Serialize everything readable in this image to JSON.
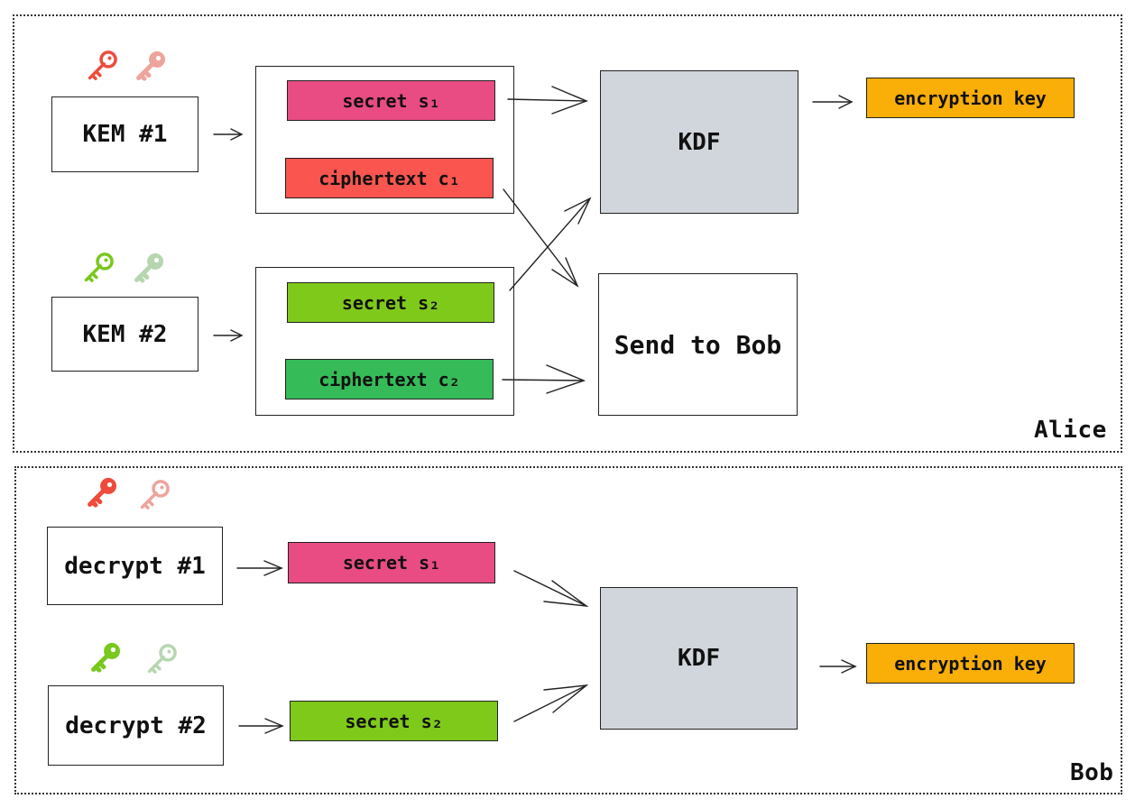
{
  "alice": {
    "label": "Alice",
    "kem1": "KEM #1",
    "kem2": "KEM #2",
    "secret1": "secret s₁",
    "ciphertext1": "ciphertext c₁",
    "secret2": "secret s₂",
    "ciphertext2": "ciphertext c₂",
    "kdf": "KDF",
    "send": "Send to Bob",
    "output": "encryption key"
  },
  "bob": {
    "label": "Bob",
    "decrypt1": "decrypt #1",
    "decrypt2": "decrypt #2",
    "secret1": "secret s₁",
    "secret2": "secret s₂",
    "kdf": "KDF",
    "output": "encryption key"
  },
  "colors": {
    "secret1": "#e84c82",
    "ciphertext1": "#fb5550",
    "secret2": "#7fc91b",
    "ciphertext2": "#35bb58",
    "kdf": "#d1d5dc",
    "key_output": "#f9ae08",
    "key_red": "#ef4b3c",
    "key_red_light": "#eda49c",
    "key_green": "#79c81d",
    "key_green_light": "#b7d6b0"
  },
  "icons": {
    "kem1_keys": [
      "private-key-icon",
      "public-key-icon"
    ],
    "kem2_keys": [
      "private-key-icon",
      "public-key-icon"
    ],
    "decrypt1_keys": [
      "private-key-icon",
      "public-key-icon"
    ],
    "decrypt2_keys": [
      "private-key-icon",
      "public-key-icon"
    ]
  }
}
